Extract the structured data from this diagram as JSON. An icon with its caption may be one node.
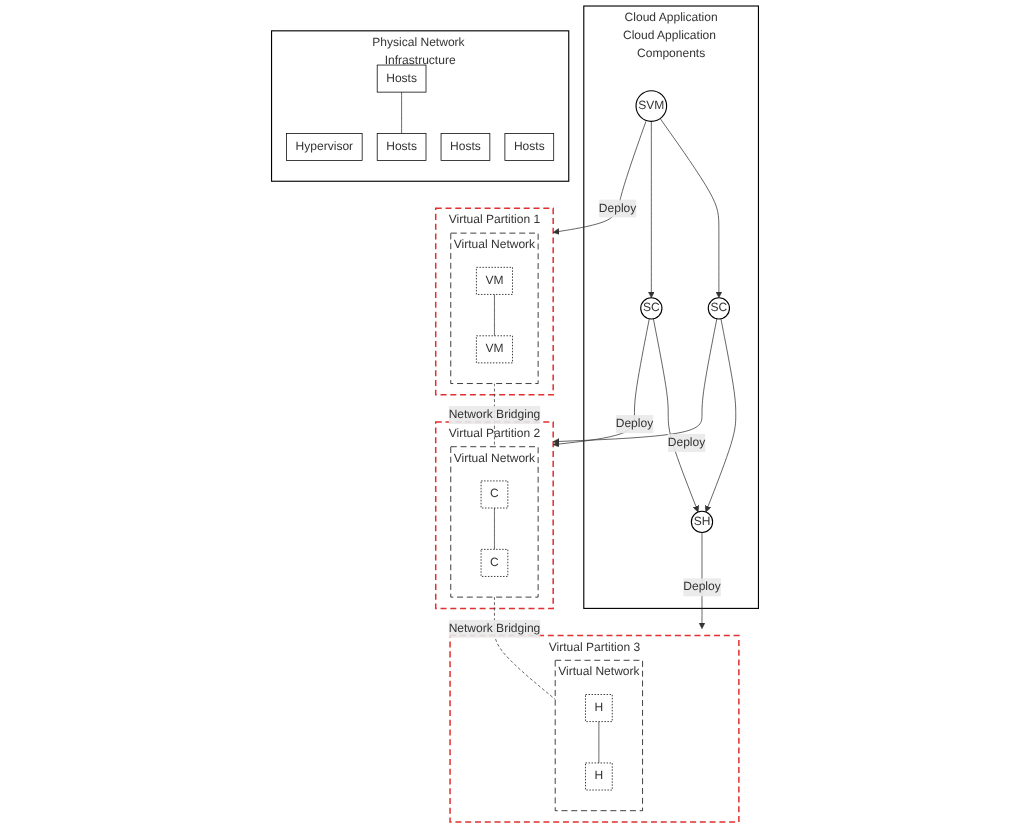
{
  "diagram": {
    "nodes": [
      {
        "text": [
          "Cloud Application",
          "Cloud Application Components"
        ]
      },
      {
        "text": [
          "SVM"
        ],
        "in": 0
      },
      {
        "text": [
          "SC"
        ],
        "in": 0
      },
      {
        "text": [
          "SC"
        ],
        "in": 0
      },
      {
        "text": [
          "SH"
        ],
        "in": 0
      },
      {
        "text": [
          "Virtual Partition 1"
        ]
      },
      {
        "text": [
          "Virtual Network"
        ],
        "in": 5
      },
      {
        "text": [
          "VM"
        ],
        "in": 6
      },
      {
        "text": [
          "VM"
        ],
        "in": 6
      },
      {
        "text": [
          "Virtual Partition 2"
        ]
      },
      {
        "text": [
          "Virtual Network"
        ],
        "in": 9
      },
      {
        "text": [
          "C"
        ],
        "in": 10
      },
      {
        "text": [
          "C"
        ],
        "in": 10
      },
      {
        "text": [
          "Virtual Partition 3"
        ]
      },
      {
        "text": [
          "Virtual Network"
        ],
        "in": 13
      },
      {
        "text": [
          "H"
        ],
        "in": 14
      },
      {
        "text": [
          "H"
        ],
        "in": 14
      },
      {
        "text": [
          "Physical Network Infrastructure"
        ]
      },
      {
        "text": [
          "Hypervisor"
        ],
        "in": 17
      },
      {
        "text": [
          "Hosts"
        ],
        "in": 17
      },
      {
        "text": [
          "Hosts"
        ],
        "in": 17
      },
      {
        "text": [
          "Hosts"
        ],
        "in": 17
      },
      {
        "text": [
          "Hosts"
        ],
        "in": 17
      }
    ],
    "edges": [
      {
        "from": 1,
        "to": 2,
        "arrow": "to"
      },
      {
        "from": 1,
        "to": 3,
        "arrow": "to"
      },
      {
        "from": 2,
        "to": 4,
        "arrow": "to"
      },
      {
        "from": 3,
        "to": 4,
        "arrow": "to"
      },
      {
        "from": 1,
        "to": 5,
        "arrow": "to",
        "label": "Deploy"
      },
      {
        "from": 3,
        "to": 9,
        "arrow": "to",
        "label": "Deploy"
      },
      {
        "from": 2,
        "to": 9,
        "arrow": "to",
        "label": "Deploy"
      },
      {
        "from": 4,
        "to": 13,
        "arrow": "to",
        "label": "Deploy"
      },
      {
        "from": 6,
        "to": 10,
        "arrow": "none",
        "label": "Network Bridging",
        "style": "dashed"
      },
      {
        "from": 10,
        "to": 14,
        "arrow": "none",
        "label": "Network Bridging",
        "style": "dashed"
      },
      {
        "from": 7,
        "to": 8,
        "arrow": "none"
      },
      {
        "from": 11,
        "to": 12,
        "arrow": "none"
      },
      {
        "from": 15,
        "to": 16,
        "arrow": "none"
      },
      {
        "from": 21,
        "to": 22,
        "arrow": "none"
      }
    ]
  }
}
